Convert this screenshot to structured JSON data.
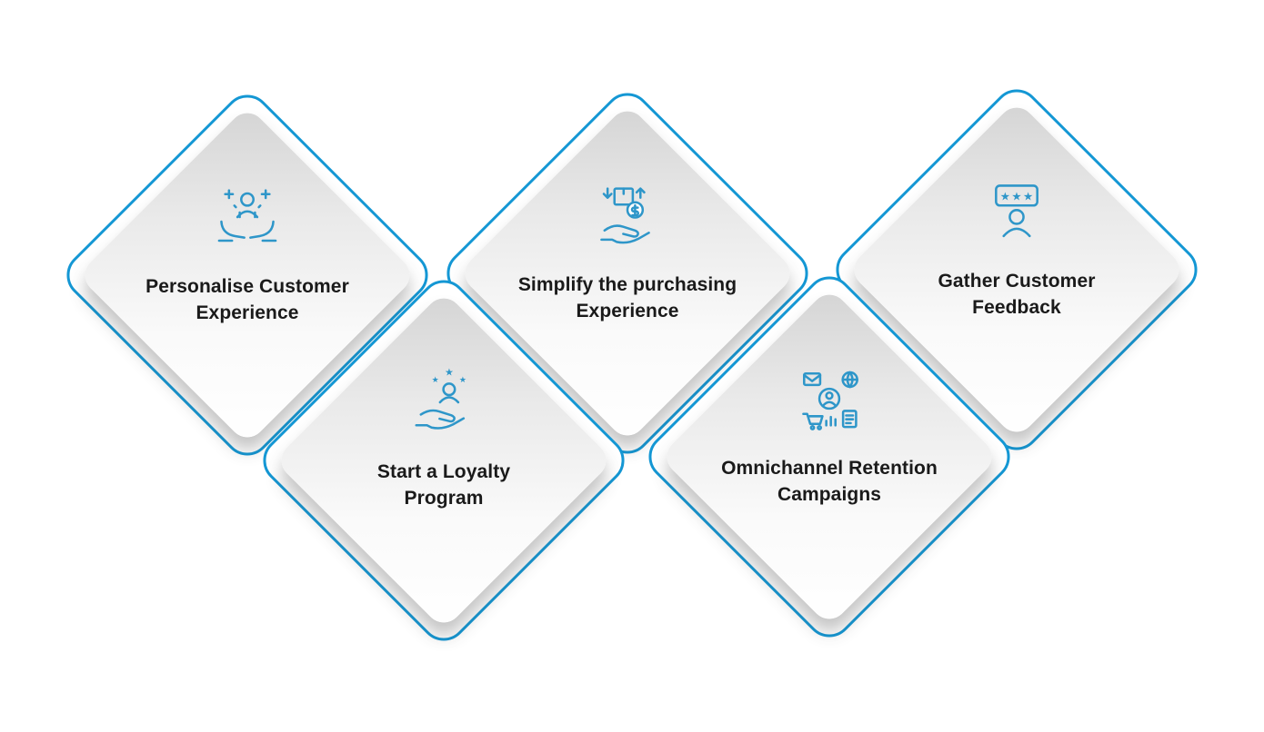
{
  "colors": {
    "accent": "#1497D4",
    "icon": "#2E96C9",
    "text": "#1A1A1A"
  },
  "cards": [
    {
      "id": "personalise-customer-experience",
      "label": "Personalise Customer\nExperience",
      "icon": "customer-care-icon"
    },
    {
      "id": "simplify-purchasing-experience",
      "label": "Simplify the purchasing\nExperience",
      "icon": "purchase-hand-icon"
    },
    {
      "id": "gather-customer-feedback",
      "label": "Gather Customer\nFeedback",
      "icon": "feedback-stars-icon"
    },
    {
      "id": "start-loyalty-program",
      "label": "Start a Loyalty\nProgram",
      "icon": "loyalty-hand-icon"
    },
    {
      "id": "omnichannel-retention-campaigns",
      "label": "Omnichannel Retention\nCampaigns",
      "icon": "omnichannel-icon"
    }
  ]
}
